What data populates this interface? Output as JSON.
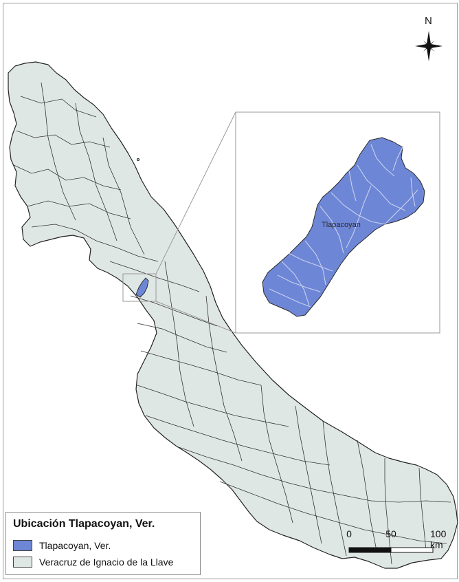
{
  "north": {
    "label": "N",
    "icon": "compass-rose-icon"
  },
  "inset": {
    "label": "Tlapacoyan"
  },
  "legend": {
    "title": "Ubicación Tlapacoyan, Ver.",
    "items": [
      {
        "label": "Tlapacoyan, Ver.",
        "color": "#6e86d6"
      },
      {
        "label": "Veracruz de Ignacio de la Llave",
        "color": "#dfe7e5"
      }
    ]
  },
  "scale_bar": {
    "ticks": [
      "0",
      "50",
      "100 km"
    ]
  },
  "colors": {
    "state_fill": "#dfe7e5",
    "municipality_fill": "#6e86d6",
    "outline": "#222222",
    "roads": "#c8d3f0"
  }
}
